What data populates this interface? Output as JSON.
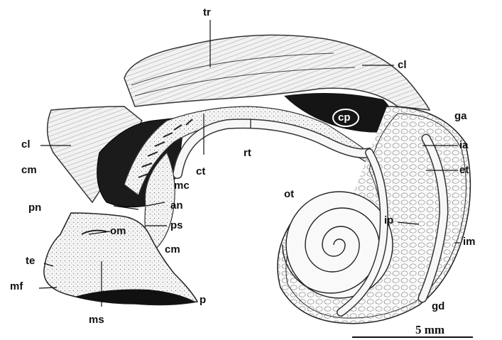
{
  "labels": {
    "tr": "tr",
    "cl_top": "cl",
    "cp": "cp",
    "ga": "ga",
    "ia": "ia",
    "et": "et",
    "cl_left": "cl",
    "cm_left": "cm",
    "rt": "rt",
    "ct": "ct",
    "mc": "mc",
    "an": "an",
    "pn": "pn",
    "ps": "ps",
    "om": "om",
    "cm_bottom": "cm",
    "ot": "ot",
    "ip": "ip",
    "im": "im",
    "te": "te",
    "mf": "mf",
    "p": "p",
    "ms": "ms",
    "gd": "gd"
  },
  "scale": {
    "text": "5 mm"
  }
}
